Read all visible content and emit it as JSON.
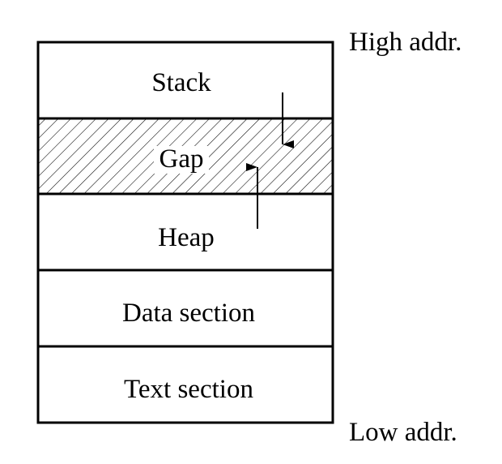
{
  "diagram": {
    "segments": [
      {
        "id": "stack",
        "label": "Stack",
        "hatched": false
      },
      {
        "id": "gap",
        "label": "Gap",
        "hatched": true
      },
      {
        "id": "heap",
        "label": "Heap",
        "hatched": false
      },
      {
        "id": "data",
        "label": "Data section",
        "hatched": false
      },
      {
        "id": "text",
        "label": "Text section",
        "hatched": false
      }
    ],
    "high_label": "High addr.",
    "low_label": "Low addr."
  }
}
